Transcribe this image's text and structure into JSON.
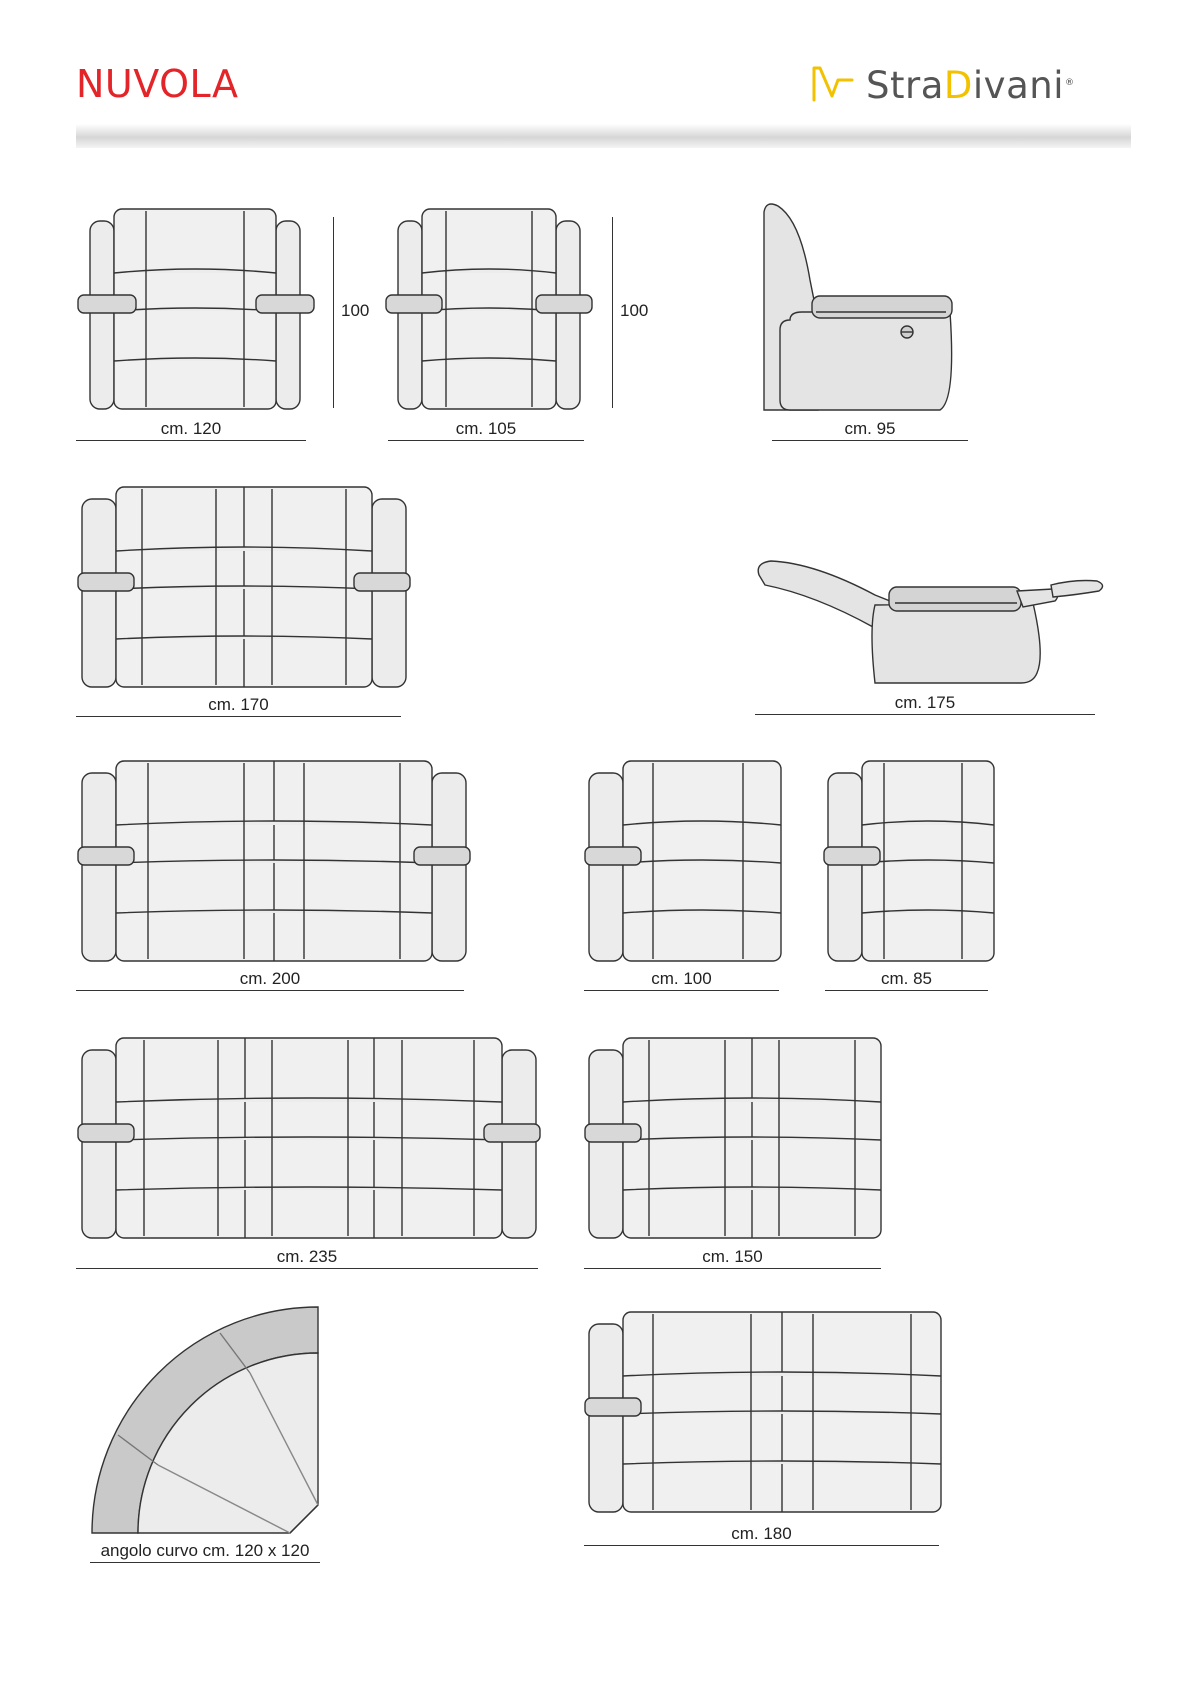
{
  "document": {
    "title": "NUVOLA",
    "brand": {
      "prefix": "Stra",
      "highlight": "D",
      "suffix": "ivani",
      "registered": "®",
      "highlight_color": "#f2c100"
    },
    "accent_color": "#e32428"
  },
  "items": [
    {
      "id": "armchair",
      "caption": "cm. 120",
      "height_label": "100"
    },
    {
      "id": "armchair-slim",
      "caption": "cm. 105",
      "height_label": "100"
    },
    {
      "id": "side-seated",
      "caption": "cm. 95"
    },
    {
      "id": "two-seat",
      "caption": "cm. 170"
    },
    {
      "id": "side-reclined",
      "caption": "cm. 175"
    },
    {
      "id": "two-seat-large",
      "caption": "cm. 200"
    },
    {
      "id": "one-arm-seat",
      "caption": "cm. 100"
    },
    {
      "id": "one-arm-seat-slim",
      "caption": "cm. 85"
    },
    {
      "id": "three-seat",
      "caption": "cm. 235"
    },
    {
      "id": "one-arm-two-seat",
      "caption": "cm. 150"
    },
    {
      "id": "corner",
      "caption": "angolo curvo cm. 120 x 120"
    },
    {
      "id": "one-arm-two-seat-large",
      "caption": "cm. 180"
    }
  ]
}
